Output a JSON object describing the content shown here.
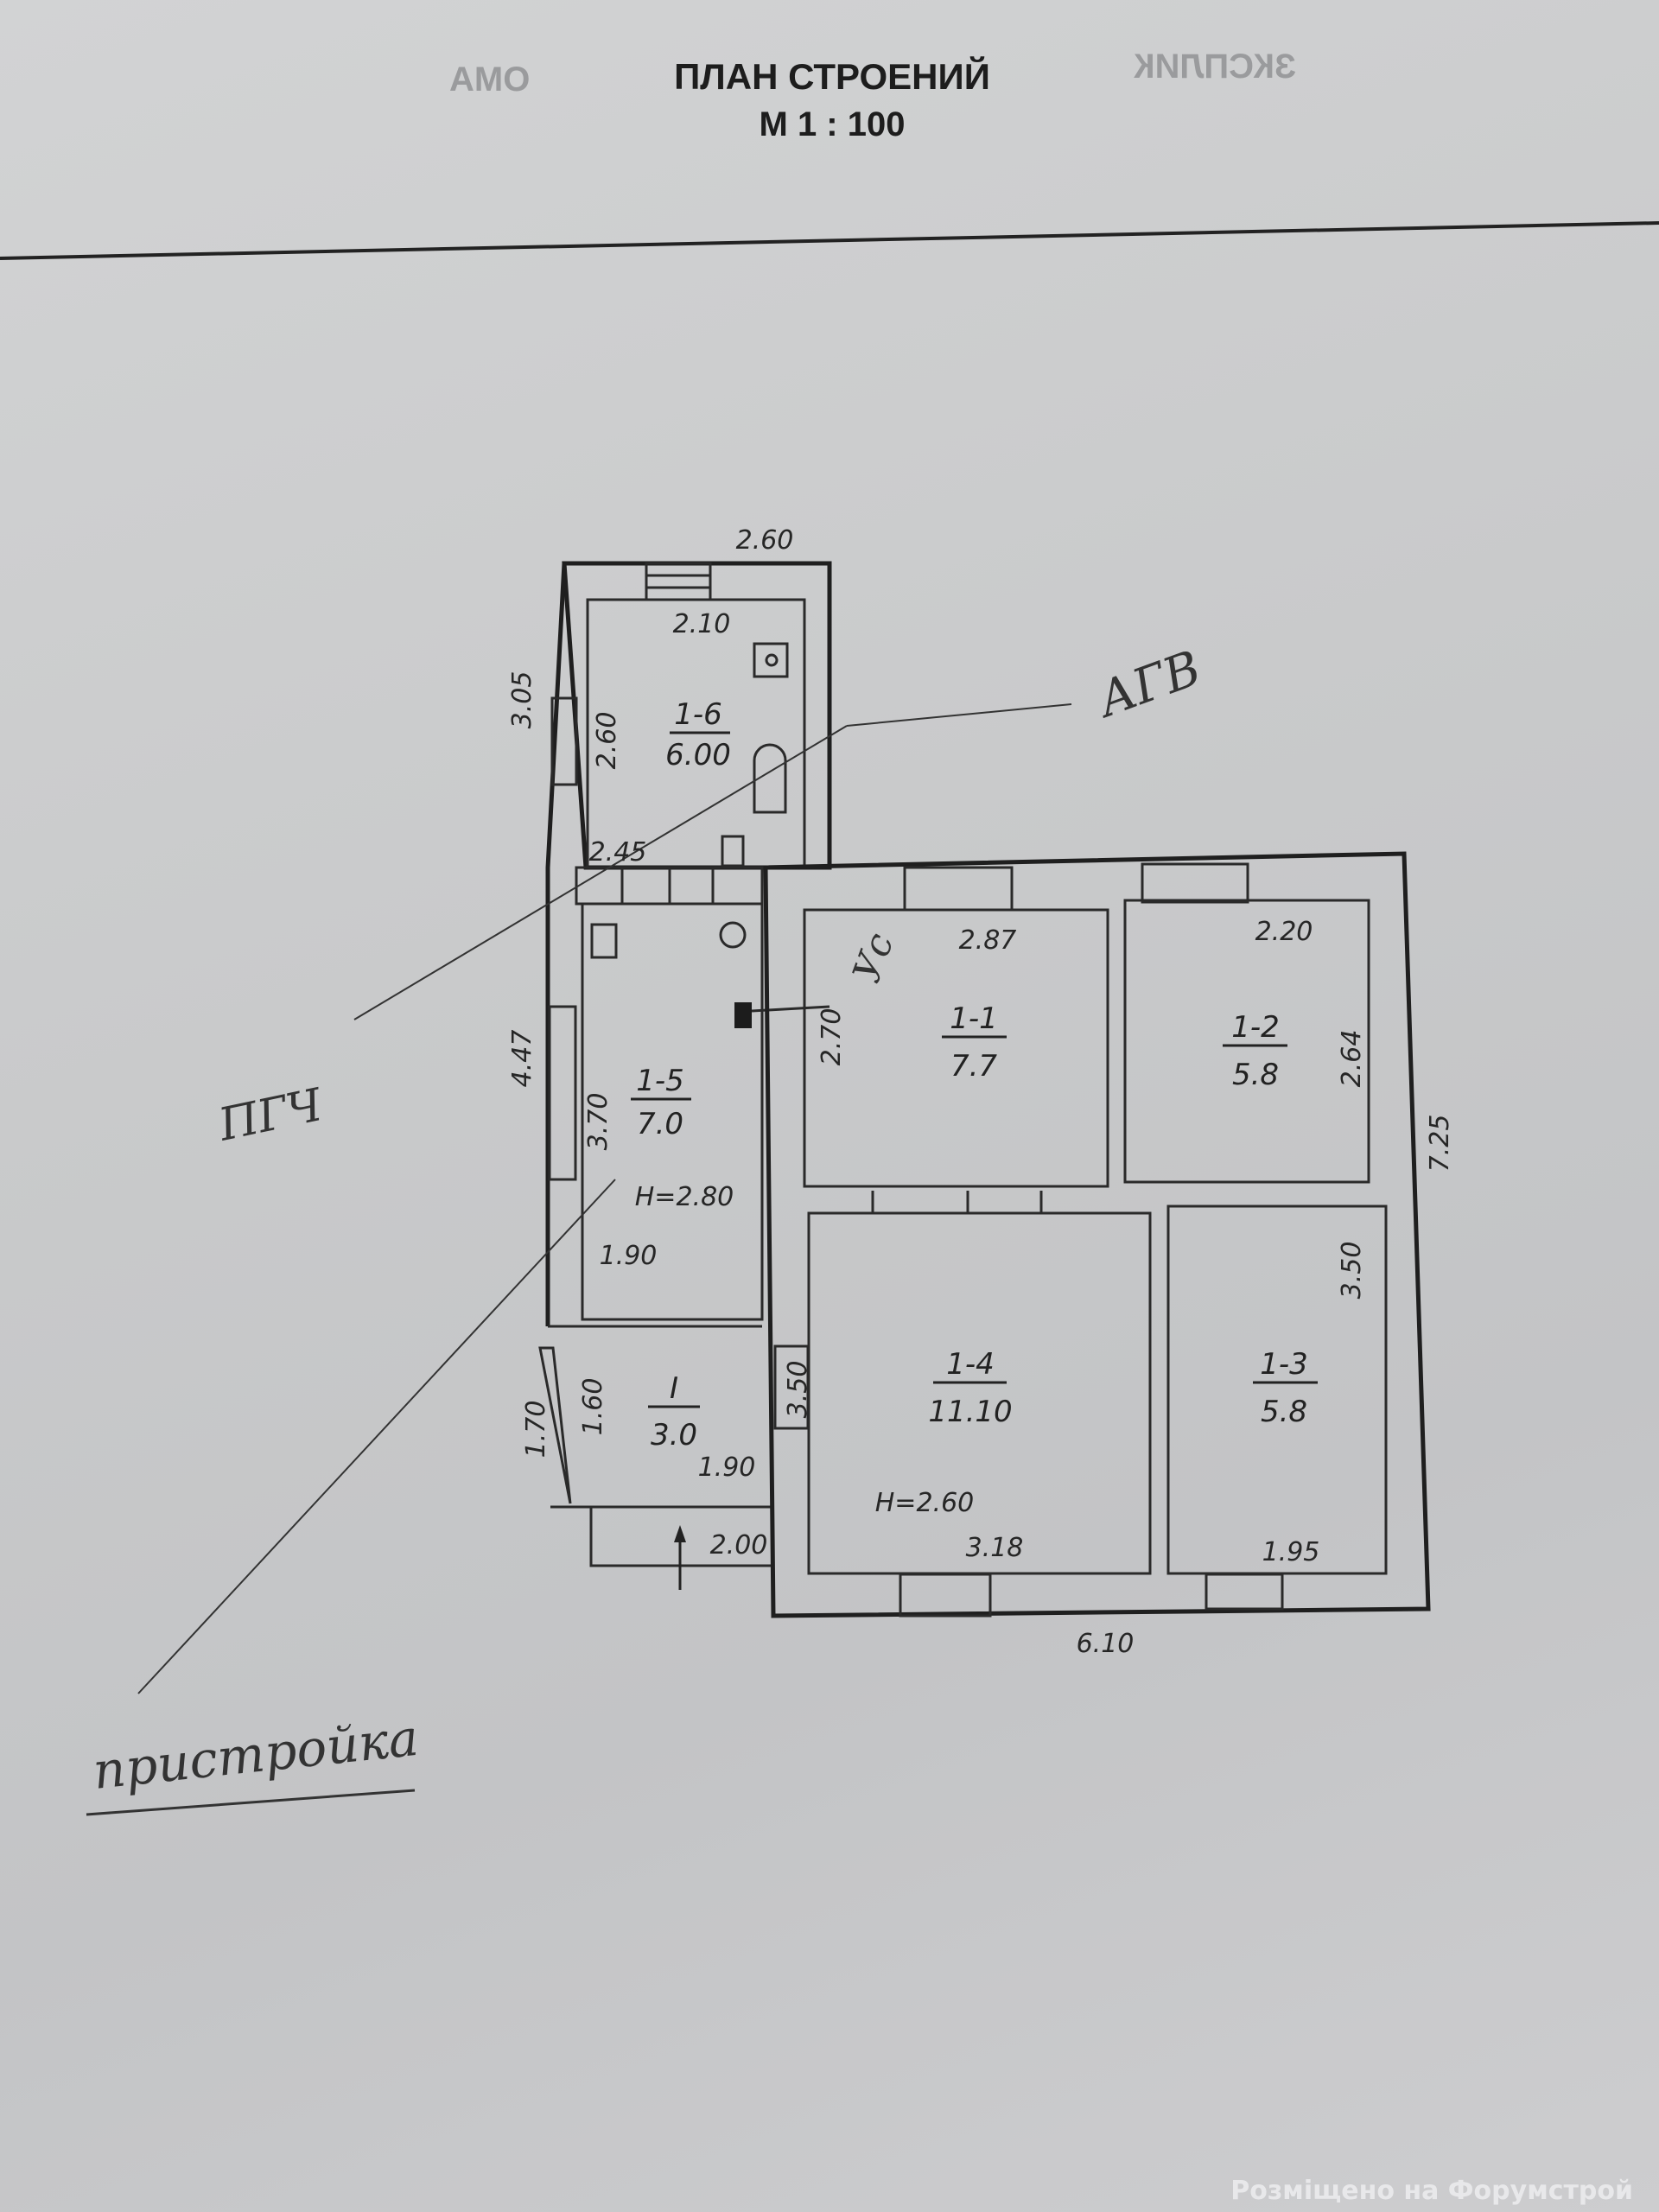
{
  "header": {
    "title": "ПЛАН СТРОЕНИЙ",
    "scale": "М 1 : 100",
    "bleed_left": "АМО",
    "bleed_right": "ЗКСПЛИК"
  },
  "rooms": [
    {
      "id": "1-6",
      "area": "6.00"
    },
    {
      "id": "1-5",
      "area": "7.0"
    },
    {
      "id": "1-1",
      "area": "7.7"
    },
    {
      "id": "1-2",
      "area": "5.8"
    },
    {
      "id": "1-4",
      "area": "11.10"
    },
    {
      "id": "1-3",
      "area": "5.8"
    },
    {
      "id": "I",
      "area": "3.0"
    }
  ],
  "dims": [
    "2.60",
    "2.10",
    "3.05",
    "2.60",
    "2.45",
    "4.47",
    "3.70",
    "H=2.80",
    "1.90",
    "2.87",
    "2.70",
    "2.20",
    "2.64",
    "7.25",
    "3.50",
    "3.50",
    "1.60",
    "1.70",
    "1.90",
    "2.00",
    "H=2.60",
    "3.18",
    "1.95",
    "6.10"
  ],
  "annotations": {
    "agv": "АГВ",
    "pgch": "ПГЧ",
    "annex": "пристройка",
    "meter": "Ус"
  },
  "watermark": "Розміщено на Форумстрой"
}
